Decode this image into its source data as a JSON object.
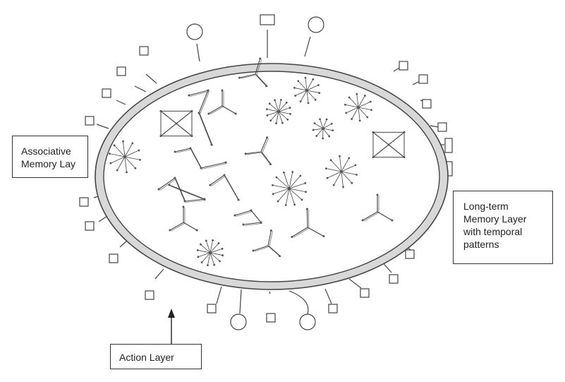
{
  "diagram": {
    "labels": {
      "associative": [
        "Associative",
        "Memory Lay"
      ],
      "long_term": [
        "Long-term",
        "Memory Layer",
        "with temporal",
        "patterns"
      ],
      "action": [
        "Action Layer"
      ]
    },
    "colors": {
      "ring_fill": "#d8d8d8",
      "stroke": "#444444",
      "node": "#555555"
    }
  }
}
